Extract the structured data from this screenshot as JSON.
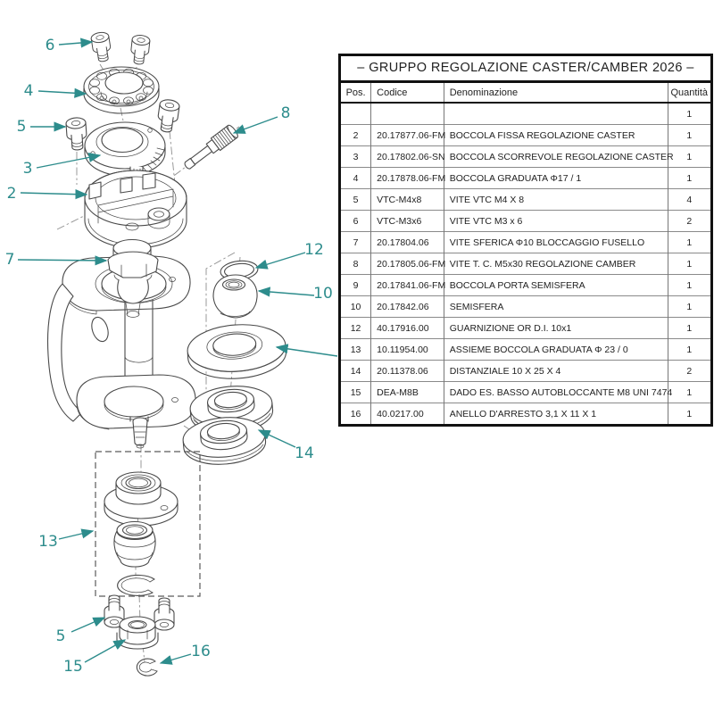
{
  "drawing": {
    "accent_color": "#2d8c8c",
    "callouts": [
      {
        "label": "6"
      },
      {
        "label": "4"
      },
      {
        "label": "5"
      },
      {
        "label": "3"
      },
      {
        "label": "2"
      },
      {
        "label": "8"
      },
      {
        "label": "7"
      },
      {
        "label": "12"
      },
      {
        "label": "10"
      },
      {
        "label": "14"
      },
      {
        "label": "13"
      },
      {
        "label": "5"
      },
      {
        "label": "15"
      },
      {
        "label": "16"
      }
    ]
  },
  "table": {
    "title": "–  GRUPPO REGOLAZIONE CASTER/CAMBER 2026  –",
    "columns": [
      "Pos.",
      "Codice",
      "Denominazione",
      "Quantità"
    ],
    "rows": [
      {
        "pos": "",
        "codice": "",
        "denominazione": "",
        "quantita": "1"
      },
      {
        "pos": "2",
        "codice": "20.17877.06-FM",
        "denominazione": "BOCCOLA FISSA REGOLAZIONE CASTER",
        "quantita": "1"
      },
      {
        "pos": "3",
        "codice": "20.17802.06-SN",
        "denominazione": "BOCCOLA SCORREVOLE REGOLAZIONE CASTER",
        "quantita": "1"
      },
      {
        "pos": "4",
        "codice": "20.17878.06-FM",
        "denominazione": "BOCCOLA GRADUATA Φ17 / 1",
        "quantita": "1"
      },
      {
        "pos": "5",
        "codice": "VTC-M4x8",
        "denominazione": "VITE VTC M4 X 8",
        "quantita": "4"
      },
      {
        "pos": "6",
        "codice": "VTC-M3x6",
        "denominazione": "VITE VTC M3 x 6",
        "quantita": "2"
      },
      {
        "pos": "7",
        "codice": "20.17804.06",
        "denominazione": "VITE SFERICA Φ10 BLOCCAGGIO FUSELLO",
        "quantita": "1"
      },
      {
        "pos": "8",
        "codice": "20.17805.06-FM",
        "denominazione": "VITE T. C. M5x30 REGOLAZIONE CAMBER",
        "quantita": "1"
      },
      {
        "pos": "9",
        "codice": "20.17841.06-FM",
        "denominazione": "BOCCOLA PORTA SEMISFERA",
        "quantita": "1"
      },
      {
        "pos": "10",
        "codice": "20.17842.06",
        "denominazione": "SEMISFERA",
        "quantita": "1"
      },
      {
        "pos": "12",
        "codice": "40.17916.00",
        "denominazione": "GUARNIZIONE OR D.I. 10x1",
        "quantita": "1"
      },
      {
        "pos": "13",
        "codice": "10.11954.00",
        "denominazione": "ASSIEME BOCCOLA GRADUATA Φ 23 / 0",
        "quantita": "1"
      },
      {
        "pos": "14",
        "codice": "20.11378.06",
        "denominazione": "DISTANZIALE 10 X 25 X 4",
        "quantita": "2"
      },
      {
        "pos": "15",
        "codice": "DEA-M8B",
        "denominazione": "DADO ES. BASSO AUTOBLOCCANTE M8 UNI 7474",
        "quantita": "1"
      },
      {
        "pos": "16",
        "codice": "40.0217.00",
        "denominazione": "ANELLO D'ARRESTO 3,1 X 11 X 1",
        "quantita": "1"
      }
    ]
  }
}
